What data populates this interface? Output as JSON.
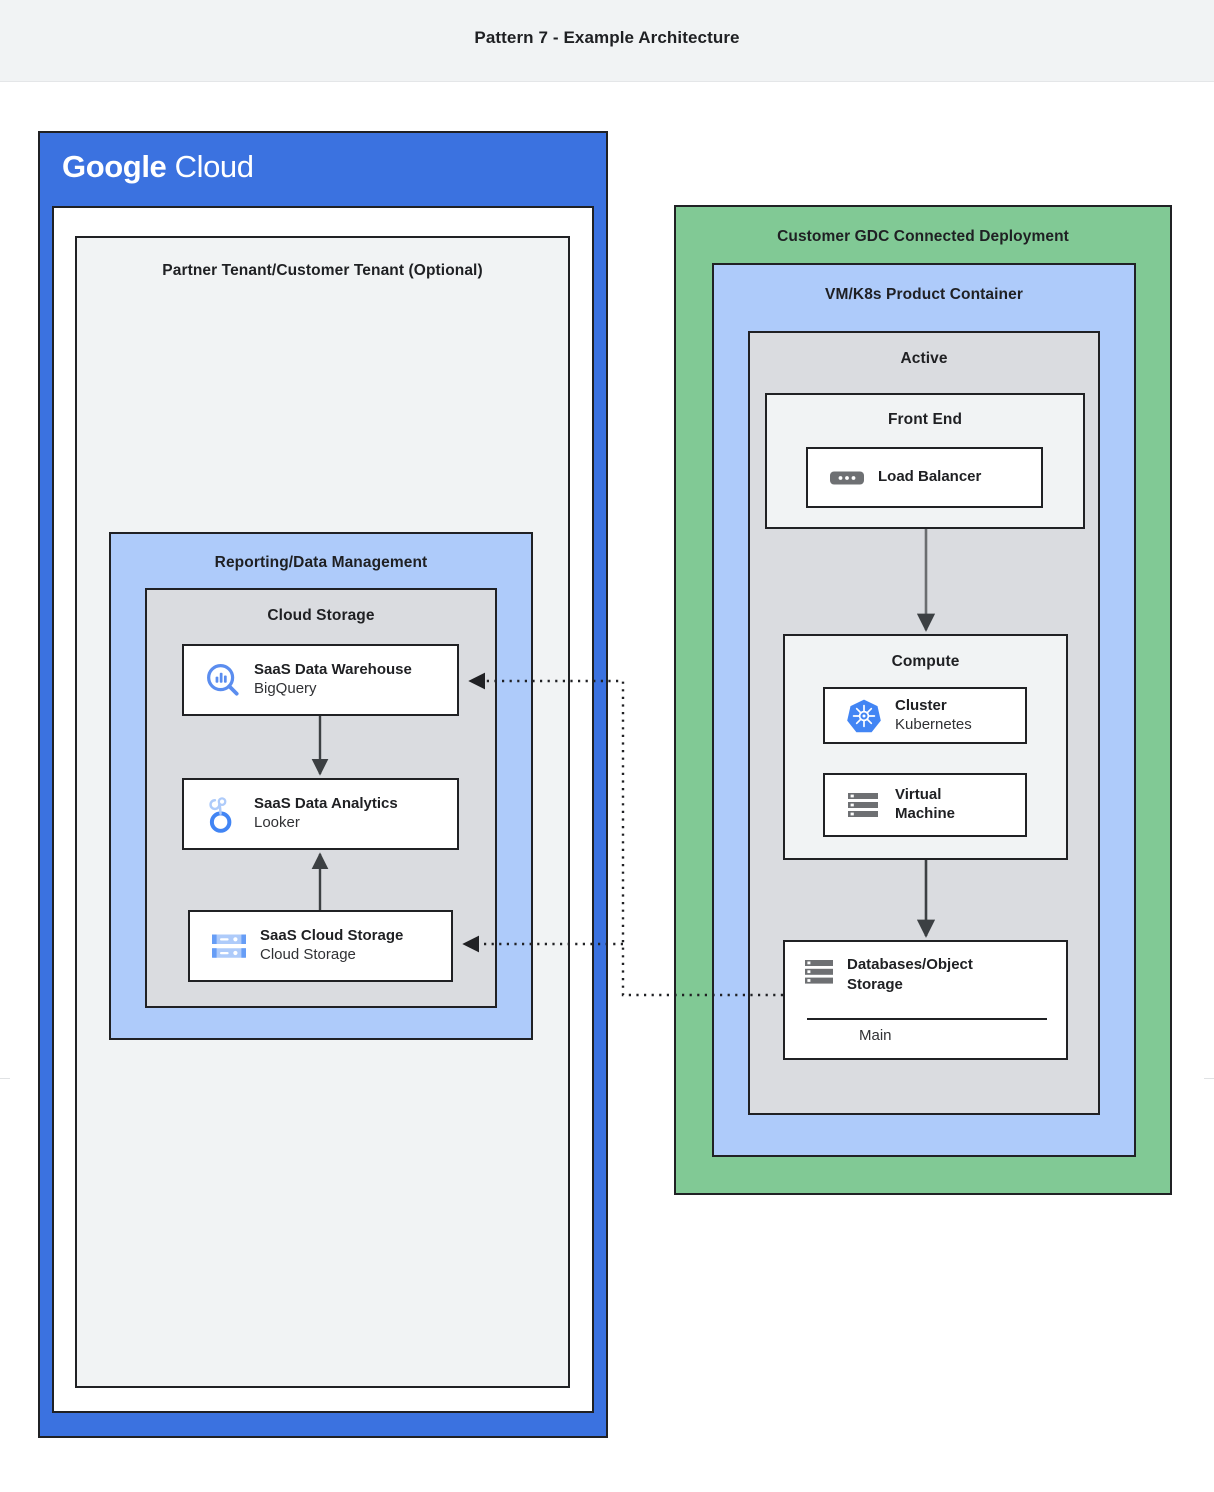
{
  "header": {
    "title": "Pattern 7 - Example Architecture"
  },
  "colors": {
    "google_blue": "#3b72e0",
    "light_blue": "#aecbfa",
    "green": "#81c995",
    "gray": "#dadce0",
    "light_gray": "#f1f3f4",
    "stroke": "#202124",
    "icon_blue": "#4285f4",
    "icon_gray": "#6e7073"
  },
  "google_cloud": {
    "logo_primary": "Google",
    "logo_secondary": "Cloud",
    "tenant": {
      "title": "Partner Tenant/Customer Tenant (Optional)"
    },
    "reporting": {
      "title": "Reporting/Data Management",
      "cloud_storage": {
        "title": "Cloud Storage",
        "cards": [
          {
            "name": "saas-data-warehouse",
            "icon": "bigquery-icon",
            "primary": "SaaS Data Warehouse",
            "secondary": "BigQuery"
          },
          {
            "name": "saas-data-analytics",
            "icon": "looker-icon",
            "primary": "SaaS Data Analytics",
            "secondary": "Looker"
          },
          {
            "name": "saas-cloud-storage",
            "icon": "cloud-storage-icon",
            "primary": "SaaS Cloud Storage",
            "secondary": "Cloud Storage"
          }
        ]
      }
    }
  },
  "gdc": {
    "title": "Customer GDC Connected Deployment",
    "product_container": {
      "title": "VM/K8s Product Container",
      "active": {
        "title": "Active",
        "front_end": {
          "title": "Front End",
          "card": {
            "name": "load-balancer",
            "icon": "load-balancer-icon",
            "primary": "Load Balancer"
          }
        },
        "compute": {
          "title": "Compute",
          "cards": [
            {
              "name": "cluster",
              "icon": "kubernetes-icon",
              "primary": "Cluster",
              "secondary": "Kubernetes"
            },
            {
              "name": "virtual-machine",
              "icon": "virtual-machine-icon",
              "primary": "Virtual",
              "primary2": "Machine"
            }
          ]
        },
        "databases": {
          "name": "databases-object-storage",
          "icon": "database-icon",
          "title": "Databases/Object Storage",
          "sub": "Main"
        }
      }
    }
  },
  "connectors": [
    {
      "name": "warehouse-to-analytics",
      "style": "solid",
      "direction": "down"
    },
    {
      "name": "storage-to-analytics",
      "style": "solid",
      "direction": "up"
    },
    {
      "name": "frontend-to-compute",
      "style": "solid",
      "direction": "down"
    },
    {
      "name": "compute-to-databases",
      "style": "solid",
      "direction": "down"
    },
    {
      "name": "databases-to-warehouse",
      "style": "dotted",
      "direction": "left"
    },
    {
      "name": "databases-to-cloud-storage",
      "style": "dotted",
      "direction": "left"
    }
  ]
}
